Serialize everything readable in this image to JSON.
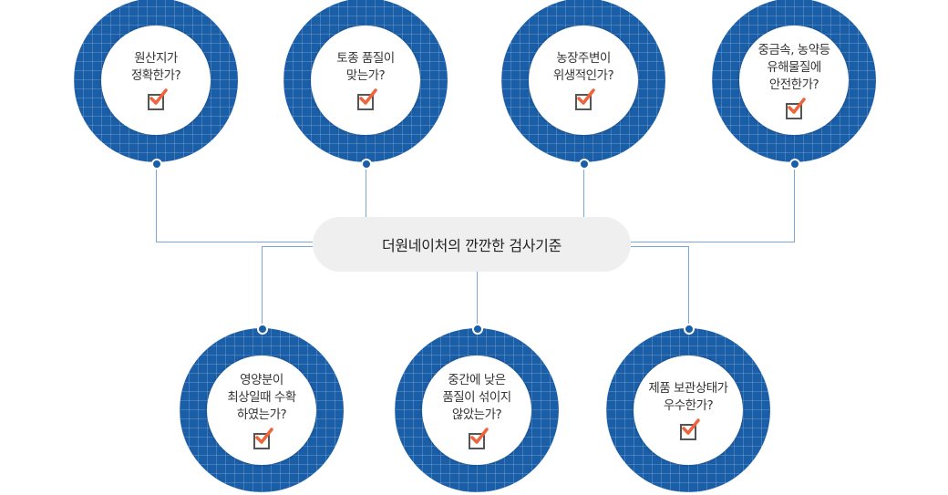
{
  "center_title": "더원네이처의 깐깐한 검사기준",
  "top_items": [
    {
      "question": "원산지가\n정확한가?",
      "checked": true
    },
    {
      "question": "토종 품질이\n맞는가?",
      "checked": true
    },
    {
      "question": "농장주변이\n위생적인가?",
      "checked": true
    },
    {
      "question": "중금속, 농약등\n유해물질에\n안전한가?",
      "checked": true
    }
  ],
  "bottom_items": [
    {
      "question": "영양분이\n최상일때 수확\n하였는가?",
      "checked": true
    },
    {
      "question": "중간에 낮은\n품질이 섞이지\n않았는가?",
      "checked": true
    },
    {
      "question": "제품 보관상태가\n우수한가?",
      "checked": true
    }
  ],
  "colors": {
    "ring": "#1a5ea8",
    "check": "#f0643c",
    "line": "#7aa7d6"
  }
}
